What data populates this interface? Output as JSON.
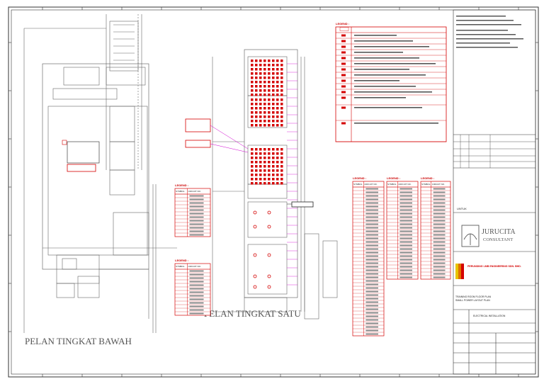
{
  "drawing": {
    "ground_floor_title": "PELAN TINGKAT BAWAH",
    "first_floor_title": "PELAN TINGKAT SATU",
    "legend_word": "LEGEND :",
    "col_symbol": "SYMBOL",
    "col_circuit": "CIRCUIT NO.",
    "firm_name": "JURUCITA",
    "firm_sub": "CONSULTANT",
    "contractor": "PERUNDING LMB ENGINEERING SDN. BHD.",
    "drawing_title": "TRAINING ROOM FLOOR PLAN",
    "drawing_sub": "SMALL POWER LAYOUT PLAN",
    "project_title": "ELECTRICAL INSTALLATION",
    "status": "UNTUK"
  },
  "colors": {
    "red": "#d40000",
    "magenta": "#d000d0",
    "grey": "#666666",
    "dark": "#222222"
  }
}
